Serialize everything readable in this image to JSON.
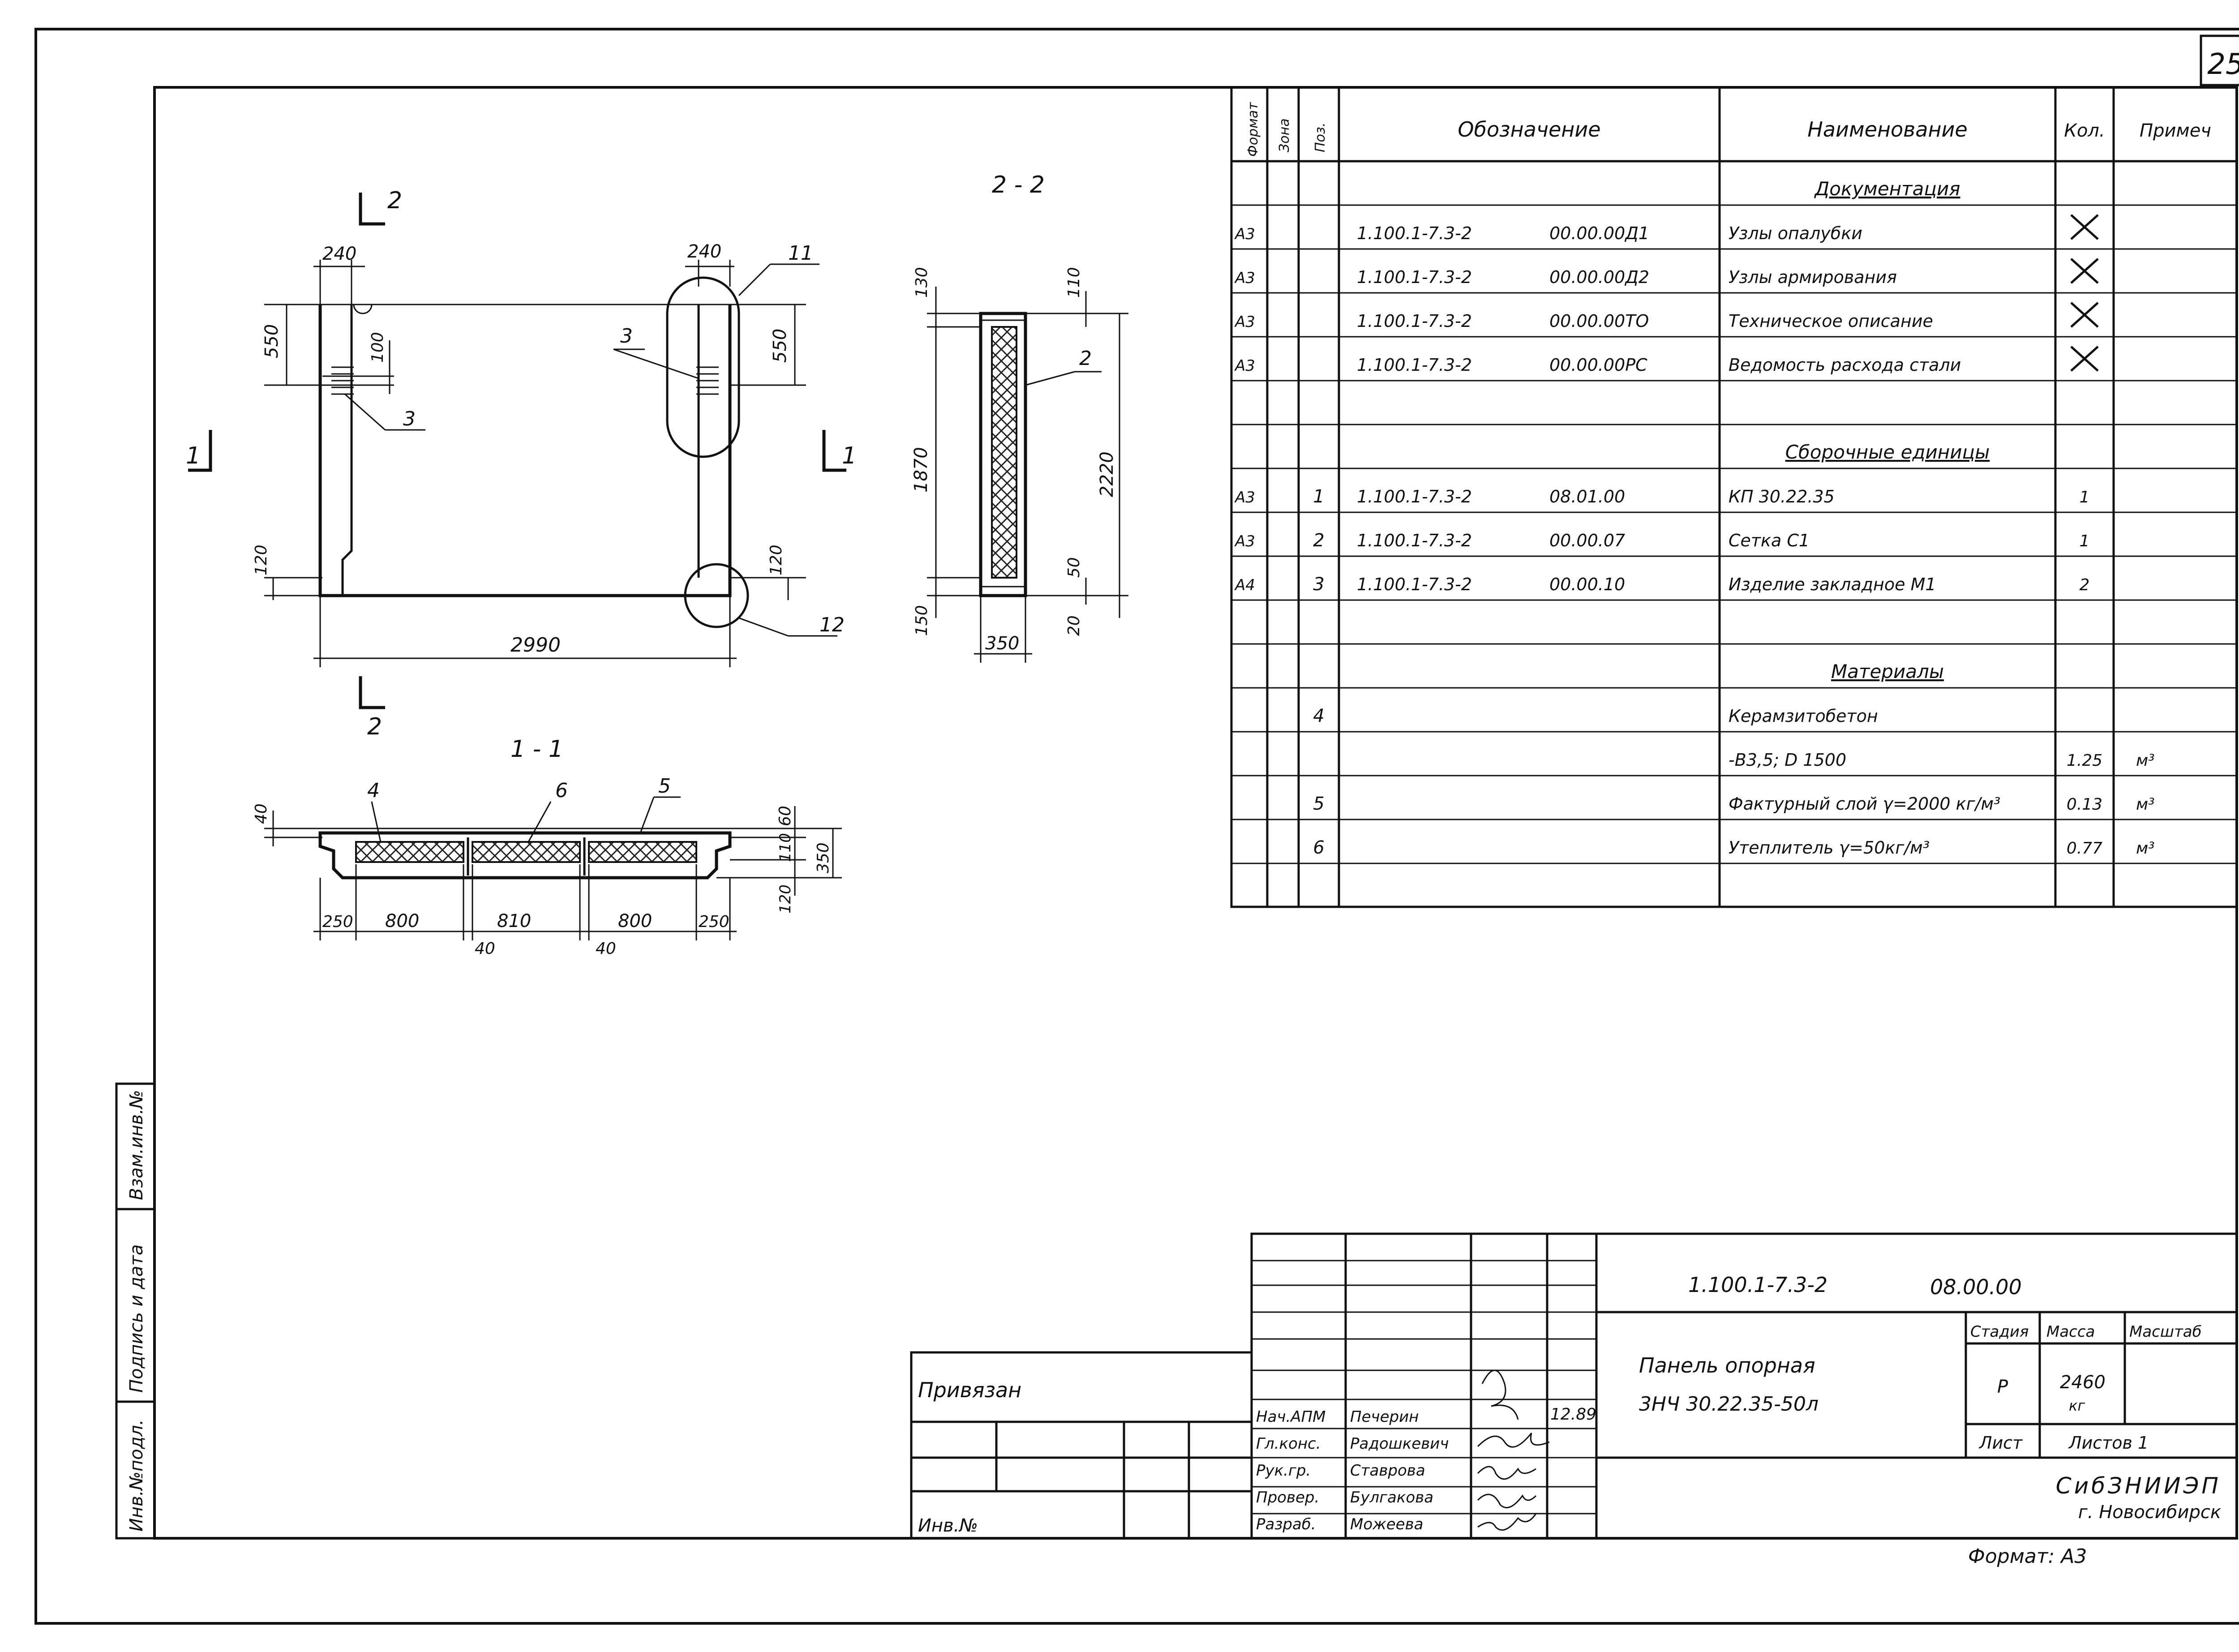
{
  "sheet_number": "25",
  "views": {
    "elev_cut_mark": "2",
    "section_2_title": "2 - 2",
    "section_1_title": "1 - 1",
    "section_1_mark": "1",
    "elev_dims": {
      "d240a": "240",
      "d240b": "240",
      "d550a": "550",
      "d550b": "550",
      "d100": "100",
      "d120a": "120",
      "d120b": "120",
      "d2990": "2990",
      "c3a": "3",
      "c3b": "3",
      "c11": "11",
      "c12": "12"
    },
    "s22_dims": {
      "d130": "130",
      "d110": "110",
      "d1870": "1870",
      "d2220": "2220",
      "d150": "150",
      "d50": "50",
      "d20": "20",
      "d350": "350",
      "c2": "2"
    },
    "s11_dims": {
      "d40": "40",
      "d60": "60",
      "d110": "110",
      "d120": "120",
      "d350": "350",
      "d250a": "250",
      "d800a": "800",
      "d810": "810",
      "d800b": "800",
      "d250b": "250",
      "d40a": "40",
      "d40b": "40",
      "c4": "4",
      "c5": "5",
      "c6": "6"
    }
  },
  "spec": {
    "headers": {
      "format": "Формат",
      "zone": "Зона",
      "pos": "Поз.",
      "designation": "Обозначение",
      "name": "Наименование",
      "qty": "Кол.",
      "note": "Примеч"
    },
    "rows": [
      {
        "f": "",
        "p": "",
        "d1": "",
        "d2": "",
        "n": "Документация",
        "q": "",
        "nt": "",
        "heading": true
      },
      {
        "f": "А3",
        "p": "",
        "d1": "1.100.1-7.3-2",
        "d2": "00.00.00Д1",
        "n": "Узлы опалубки",
        "q": "",
        "nt": "",
        "cross": true
      },
      {
        "f": "А3",
        "p": "",
        "d1": "1.100.1-7.3-2",
        "d2": "00.00.00Д2",
        "n": "Узлы армирования",
        "q": "",
        "nt": "",
        "cross": true
      },
      {
        "f": "А3",
        "p": "",
        "d1": "1.100.1-7.3-2",
        "d2": "00.00.00ТО",
        "n": "Техническое описание",
        "q": "",
        "nt": "",
        "cross": true
      },
      {
        "f": "А3",
        "p": "",
        "d1": "1.100.1-7.3-2",
        "d2": "00.00.00РС",
        "n": "Ведомость расхода стали",
        "q": "",
        "nt": "",
        "cross": true
      },
      {
        "f": "",
        "p": "",
        "d1": "",
        "d2": "",
        "n": "",
        "q": "",
        "nt": ""
      },
      {
        "f": "",
        "p": "",
        "d1": "",
        "d2": "",
        "n": "Сборочные единицы",
        "q": "",
        "nt": "",
        "heading": true
      },
      {
        "f": "А3",
        "p": "1",
        "d1": "1.100.1-7.3-2",
        "d2": "08.01.00",
        "n": "КП 30.22.35",
        "q": "1",
        "nt": ""
      },
      {
        "f": "А3",
        "p": "2",
        "d1": "1.100.1-7.3-2",
        "d2": "00.00.07",
        "n": "Сетка С1",
        "q": "1",
        "nt": ""
      },
      {
        "f": "А4",
        "p": "3",
        "d1": "1.100.1-7.3-2",
        "d2": "00.00.10",
        "n": "Изделие закладное М1",
        "q": "2",
        "nt": ""
      },
      {
        "f": "",
        "p": "",
        "d1": "",
        "d2": "",
        "n": "",
        "q": "",
        "nt": ""
      },
      {
        "f": "",
        "p": "",
        "d1": "",
        "d2": "",
        "n": "Материалы",
        "q": "",
        "nt": "",
        "heading": true
      },
      {
        "f": "",
        "p": "4",
        "d1": "",
        "d2": "",
        "n": "Керамзитобетон",
        "q": "",
        "nt": ""
      },
      {
        "f": "",
        "p": "",
        "d1": "",
        "d2": "",
        "n": "-В3,5; D 1500",
        "q": "1.25",
        "nt": "м³"
      },
      {
        "f": "",
        "p": "5",
        "d1": "",
        "d2": "",
        "n": "Фактурный слой γ=2000 кг/м³",
        "q": "0.13",
        "nt": "м³"
      },
      {
        "f": "",
        "p": "6",
        "d1": "",
        "d2": "",
        "n": "Утеплитель γ=50кг/м³",
        "q": "0.77",
        "nt": "м³"
      },
      {
        "f": "",
        "p": "",
        "d1": "",
        "d2": "",
        "n": "",
        "q": "",
        "nt": ""
      }
    ]
  },
  "side_stamp": {
    "inv": "Инв.№подл.",
    "sign": "Подпись и дата",
    "vzam": "Взам.инв.№"
  },
  "binding": {
    "label": "Привязан",
    "inv": "Инв.№"
  },
  "title_block": {
    "code_a": "1.100.1-7.3-2",
    "code_b": "08.00.00",
    "name_1": "Панель опорная",
    "name_2": "3НЧ 30.22.35-50л",
    "stage_h": "Стадия",
    "mass_h": "Масса",
    "scale_h": "Масштаб",
    "stage": "Р",
    "mass": "2460",
    "mass_unit": "кг",
    "sheet_h": "Лист",
    "sheets_h": "Листов 1",
    "org_1": "СибЗНИИЭП",
    "org_2": "г. Новосибирск",
    "format": "Формат: А3",
    "date": "12.89",
    "people": [
      {
        "role": "Нач.АПМ",
        "name": "Печерин"
      },
      {
        "role": "Гл.конс.",
        "name": "Радошкевич"
      },
      {
        "role": "Рук.гр.",
        "name": "Ставрова"
      },
      {
        "role": "Провер.",
        "name": "Булгакова"
      },
      {
        "role": "Разраб.",
        "name": "Можеева"
      }
    ]
  }
}
